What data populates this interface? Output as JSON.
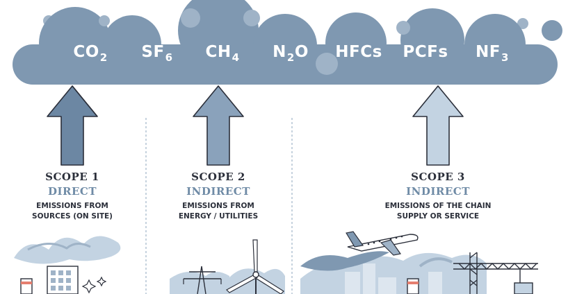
{
  "gases": [
    {
      "base": "CO",
      "sub": "2"
    },
    {
      "base": "SF",
      "sub": "6"
    },
    {
      "base": "CH",
      "sub": "4"
    },
    {
      "base": "N",
      "sub": "2",
      "tail": "O"
    },
    {
      "base": "HFCs",
      "sub": ""
    },
    {
      "base": "PCFs",
      "sub": ""
    },
    {
      "base": "NF",
      "sub": "3"
    }
  ],
  "scopes": [
    {
      "title": "SCOPE 1",
      "kind": "DIRECT",
      "desc_line1": "EMISSIONS FROM",
      "desc_line2": "SOURCES (ON SITE)"
    },
    {
      "title": "SCOPE 2",
      "kind": "INDIRECT",
      "desc_line1": "EMISSIONS FROM",
      "desc_line2": "ENERGY / UTILITIES"
    },
    {
      "title": "SCOPE 3",
      "kind": "INDIRECT",
      "desc_line1": "EMISSIONS OF THE CHAIN",
      "desc_line2": "SUPPLY OR SERVICE"
    }
  ],
  "colors": {
    "cloud": "#7f98b1",
    "cloud_light": "#9fb3c7",
    "arrow_scope1": "#6c87a3",
    "arrow_scope2": "#8aa2bb",
    "arrow_scope3": "#c3d3e2",
    "outline": "#2b2f3a"
  },
  "icons": [
    "factory-icon",
    "wind-turbine-icon",
    "power-pylon-icon",
    "airplane-icon",
    "crane-icon",
    "city-skyline-icon",
    "sparkle-icon"
  ]
}
